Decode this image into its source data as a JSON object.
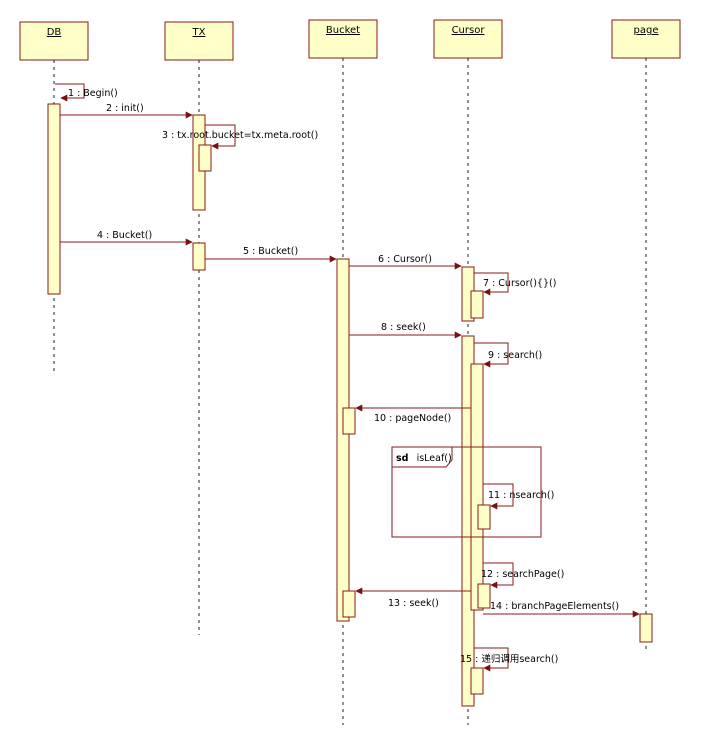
{
  "lifelines": [
    {
      "id": "db",
      "label": "DB"
    },
    {
      "id": "tx",
      "label": "TX"
    },
    {
      "id": "bucket",
      "label": "Bucket"
    },
    {
      "id": "cursor",
      "label": "Cursor"
    },
    {
      "id": "page",
      "label": "page"
    }
  ],
  "messages": [
    {
      "id": "m1",
      "label": "1 : Begin()"
    },
    {
      "id": "m2",
      "label": "2 : init()"
    },
    {
      "id": "m3",
      "label": "3 : tx.root.bucket=tx.meta.root()"
    },
    {
      "id": "m4",
      "label": "4 : Bucket()"
    },
    {
      "id": "m5",
      "label": "5 : Bucket()"
    },
    {
      "id": "m6",
      "label": "6 : Cursor()"
    },
    {
      "id": "m7",
      "label": "7 : Cursor(){}()"
    },
    {
      "id": "m8",
      "label": "8 : seek()"
    },
    {
      "id": "m9",
      "label": "9 : search()"
    },
    {
      "id": "m10",
      "label": "10 : pageNode()"
    },
    {
      "id": "m11",
      "label": "11 : nsearch()"
    },
    {
      "id": "m12",
      "label": "12 : searchPage()"
    },
    {
      "id": "m13",
      "label": "13 : seek()"
    },
    {
      "id": "m14",
      "label": "14 : branchPageElements()"
    },
    {
      "id": "m15",
      "label": "15 : 递归调用search()"
    }
  ],
  "fragment": {
    "keyword": "sd",
    "name": "isLeaf()"
  }
}
